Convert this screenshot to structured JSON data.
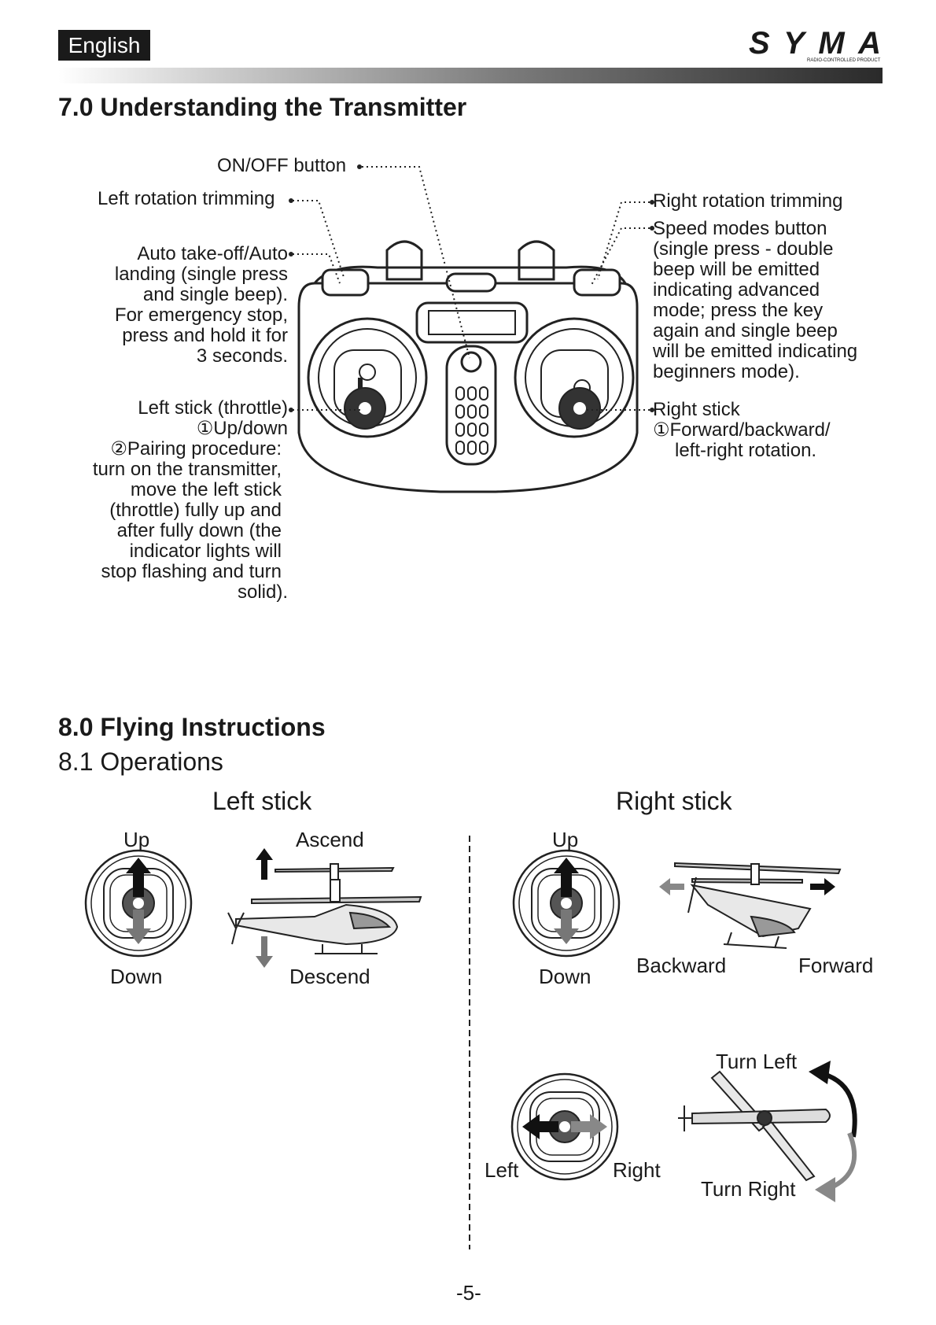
{
  "header": {
    "language": "English",
    "brand": "SYMA",
    "brand_tagline": "RADIO-CONTROLLED PRODUCT"
  },
  "section7": {
    "title": "7.0 Understanding the Transmitter",
    "labels": {
      "on_off": "ON/OFF button",
      "left_rotation_trim": "Left rotation trimming",
      "auto_takeoff": [
        "Auto take-off/Auto",
        "landing (single press",
        "and single beep).",
        "For emergency stop,",
        "press and hold it for",
        "3 seconds."
      ],
      "left_stick": [
        "Left stick (throttle)",
        "①Up/down",
        "②Pairing procedure:",
        "turn on the transmitter,",
        "move the left stick",
        "(throttle) fully up and",
        "after fully down (the",
        "indicator lights will",
        "stop flashing and turn",
        "solid)."
      ],
      "right_rotation_trim": "Right rotation trimming",
      "speed_modes": [
        "Speed modes button",
        "(single press - double",
        "beep will be emitted",
        "indicating advanced",
        "mode; press the key",
        "again and single beep",
        "will be emitted indicating",
        "beginners mode)."
      ],
      "right_stick": [
        "Right stick",
        "①Forward/backward/",
        "left-right rotation."
      ]
    }
  },
  "section8": {
    "title": "8.0 Flying Instructions",
    "subtitle": "8.1 Operations",
    "left_stick": {
      "heading": "Left stick",
      "up": "Up",
      "down": "Down",
      "ascend": "Ascend",
      "descend": "Descend"
    },
    "right_stick": {
      "heading": "Right stick",
      "up": "Up",
      "down": "Down",
      "backward": "Backward",
      "forward": "Forward",
      "left": "Left",
      "right": "Right",
      "turn_left": "Turn Left",
      "turn_right": "Turn Right"
    }
  },
  "footer": {
    "page_number": "-5-"
  }
}
